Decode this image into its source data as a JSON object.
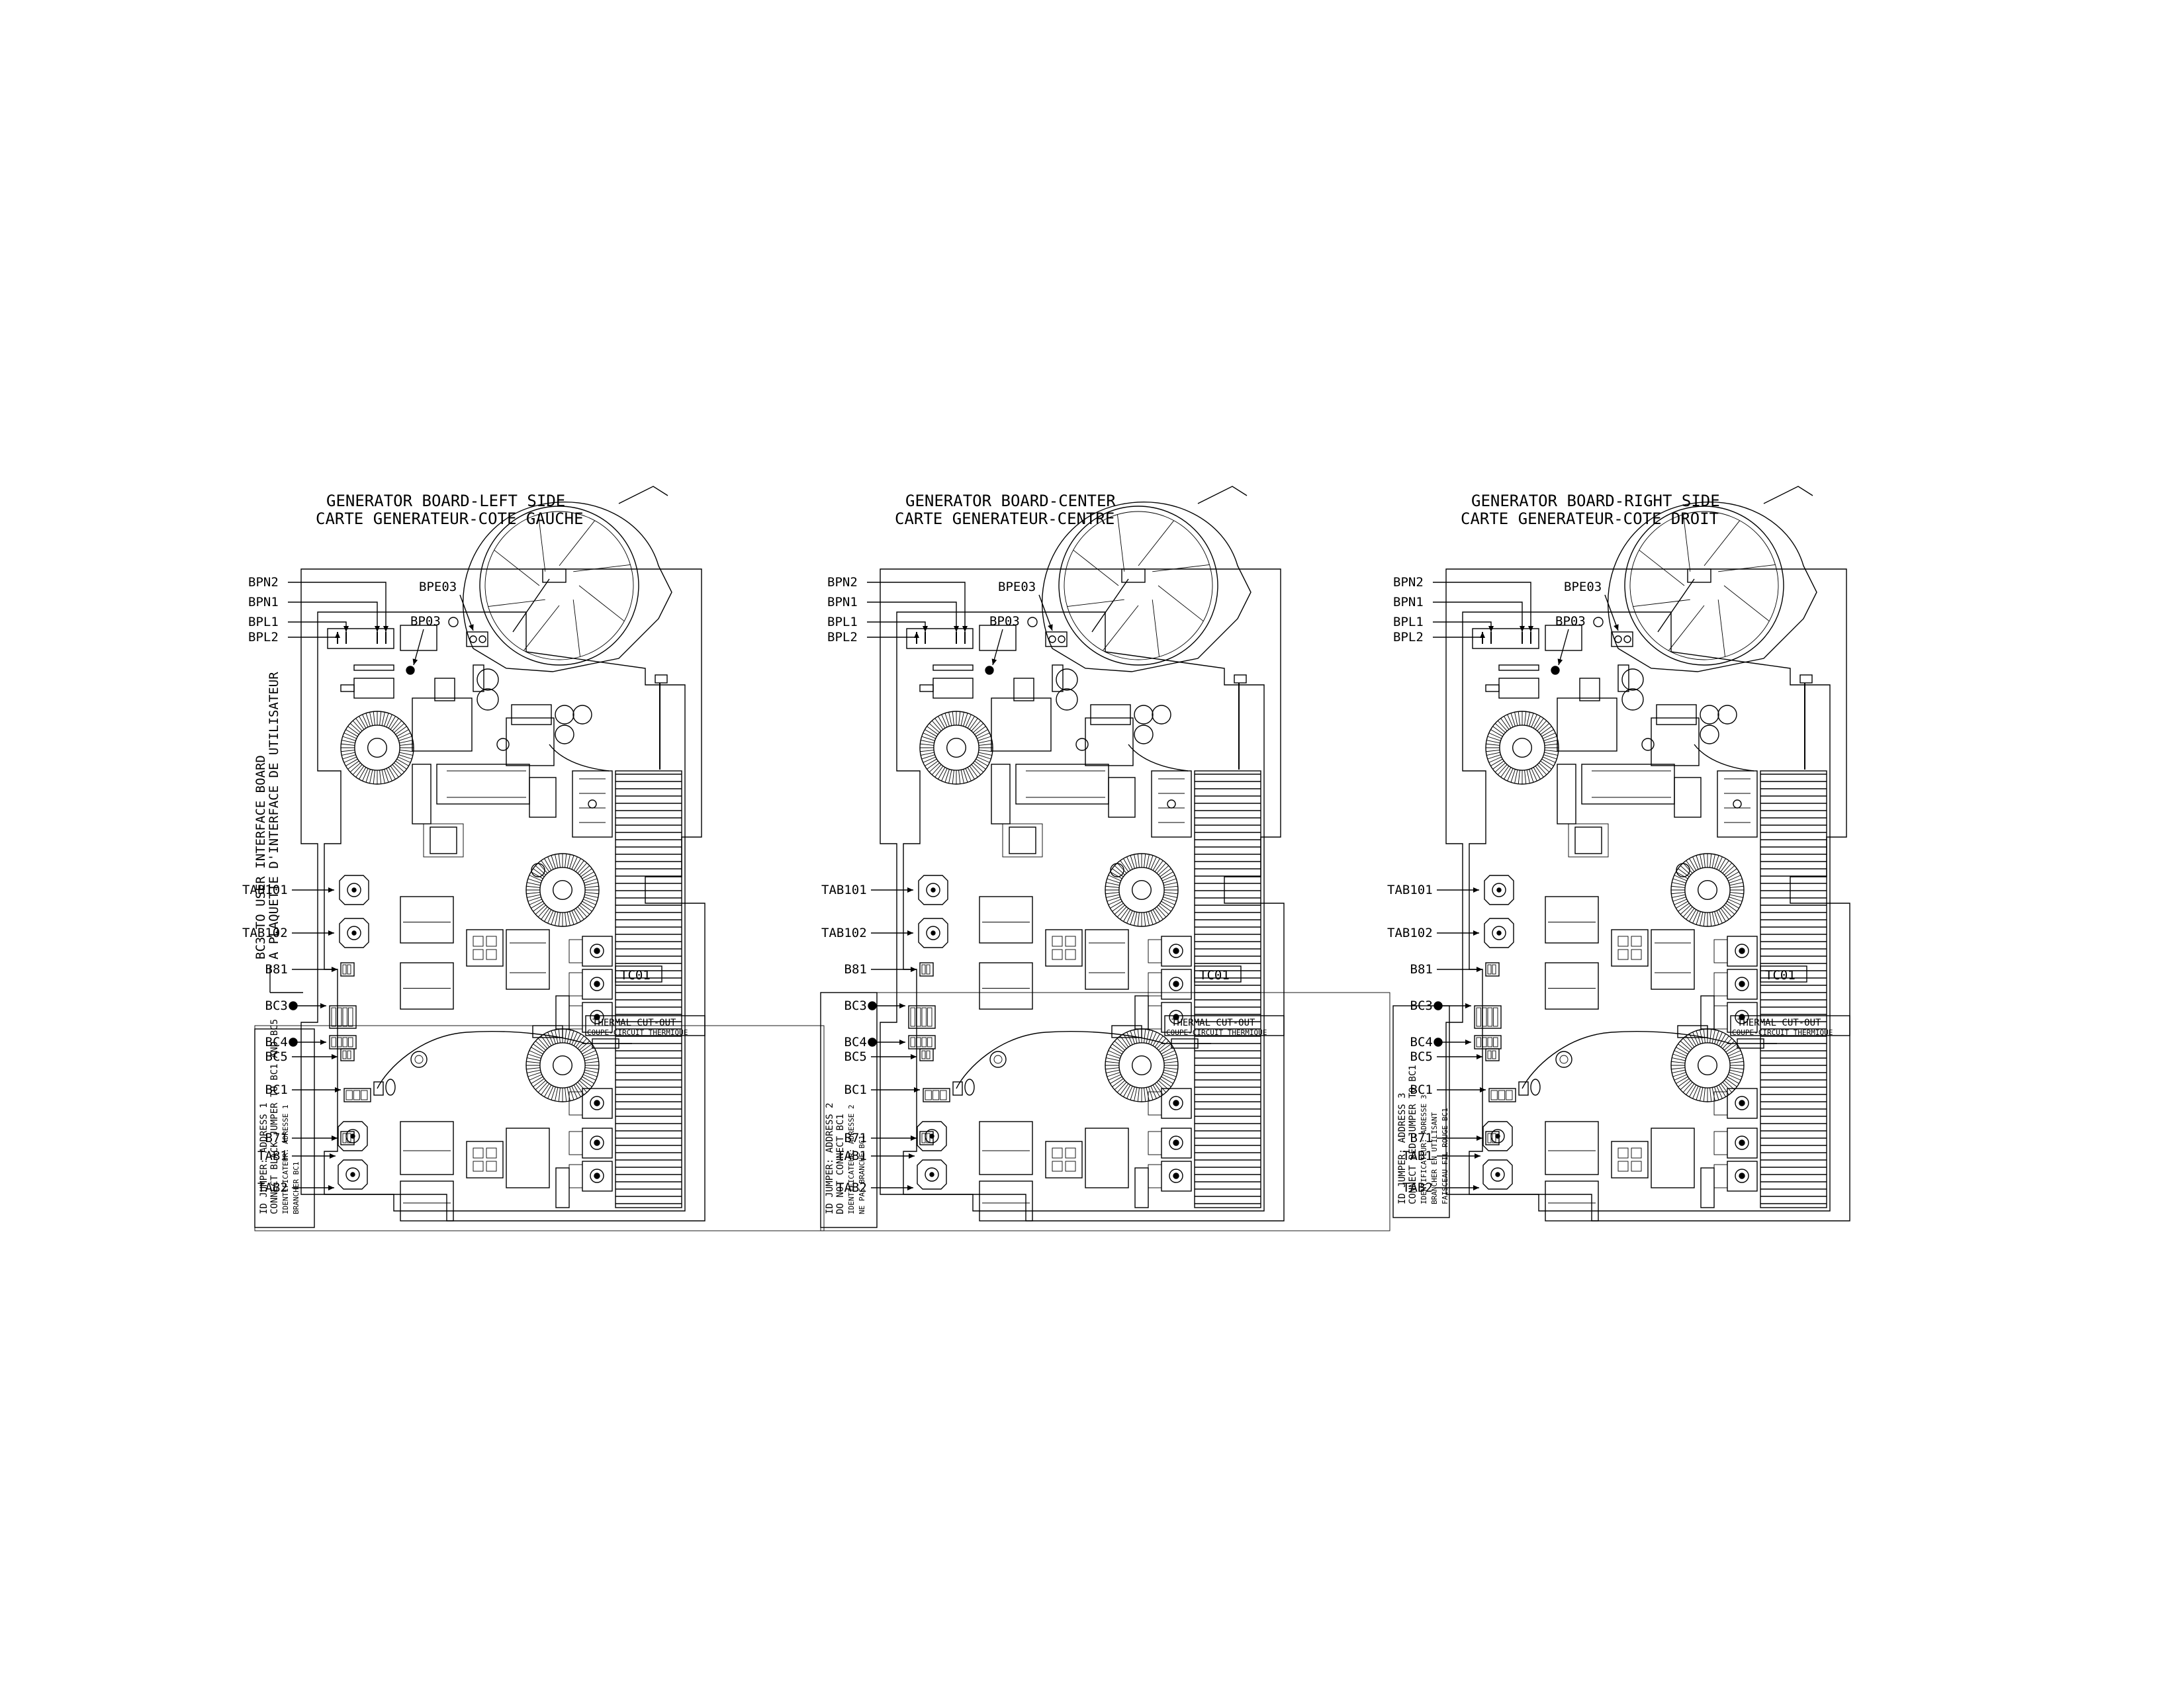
{
  "boards": [
    {
      "title_en": "GENERATOR BOARD-LEFT SIDE",
      "title_fr": "CARTE GENERATEUR-COTE GAUCHE",
      "top_labels": [
        "BPN2",
        "BPN1",
        "BPL1",
        "BPL2"
      ],
      "bpe03": "BPE03",
      "bp03": "BP03",
      "side_labels": [
        "TAB101",
        "TAB102",
        "B81",
        "BC3",
        "BC4",
        "BC5",
        "BC1",
        "B71",
        "TAB1",
        "TAB2"
      ],
      "tc01": "TC01",
      "thermal_en": "THERMAL CUT-OUT",
      "thermal_fr": "COUPE-CIRCUIT THERMIQUE",
      "jumper_lines": [
        "ID JUMPER: ADDRESS 1",
        "CONNECT BLACK JUMPER TO BC1 AND BC5",
        "IDENTIFICATEUR: ADRESSE 1",
        "BRANCHER BC1"
      ]
    },
    {
      "title_en": "GENERATOR BOARD-CENTER",
      "title_fr": "CARTE GENERATEUR-CENTRE",
      "top_labels": [
        "BPN2",
        "BPN1",
        "BPL1",
        "BPL2"
      ],
      "bpe03": "BPE03",
      "bp03": "BP03",
      "side_labels": [
        "TAB101",
        "TAB102",
        "B81",
        "BC3",
        "BC4",
        "BC5",
        "BC1",
        "B71",
        "TAB1",
        "TAB2"
      ],
      "tc01": "TC01",
      "thermal_en": "THERMAL CUT-OUT",
      "thermal_fr": "COUPE-CIRCUIT THERMIQUE",
      "jumper_lines": [
        "ID JUMPER: ADDRESS 2",
        "DO NOT CONNECT BC1",
        "IDENTIFICATEUR: ADRESSE 2",
        "NE PAS BRANCHE BC1"
      ]
    },
    {
      "title_en": "GENERATOR BOARD-RIGHT SIDE",
      "title_fr": "CARTE GENERATEUR-COTE DROIT",
      "top_labels": [
        "BPN2",
        "BPN1",
        "BPL1",
        "BPL2"
      ],
      "bpe03": "BPE03",
      "bp03": "BP03",
      "side_labels": [
        "TAB101",
        "TAB102",
        "B81",
        "BC3",
        "BC4",
        "BC5",
        "BC1",
        "B71",
        "TAB1",
        "TAB2"
      ],
      "tc01": "TC01",
      "thermal_en": "THERMAL CUT-OUT",
      "thermal_fr": "COUPE-CIRCUIT THERMIQUE",
      "jumper_lines": [
        "ID JUMPER: ADDRESS 3",
        "CONNECT RED JUMPER TO BC1",
        "IDENTIFICATEUR: ADRESSE 3",
        "BRANCHER EN UTILISANT",
        "FAISCEAU FIL ROUGE BC1"
      ]
    }
  ],
  "bc3_note": {
    "line1": "BC3 TO USER INTERFACE BOARD",
    "line2": "A PLAQUETTE D'INTERFACE DE UTILISATEUR"
  }
}
